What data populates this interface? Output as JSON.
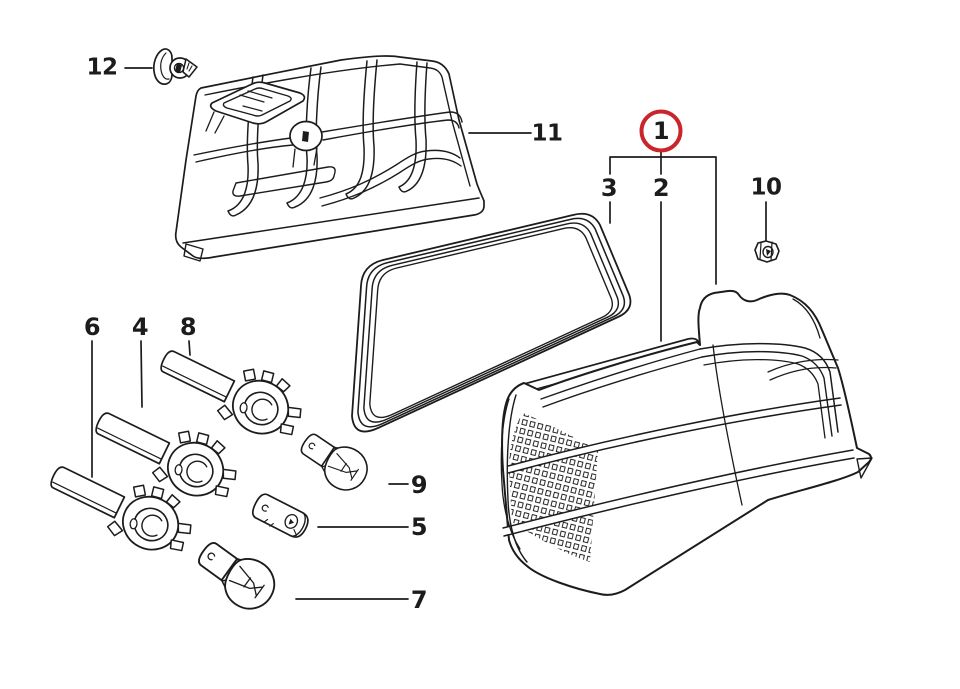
{
  "diagram": {
    "background_color": "#ffffff",
    "line_color": "#1c1c1c",
    "highlight_color": "#c9252b",
    "callouts": {
      "c1": {
        "text": "1",
        "circled": true
      },
      "c2": {
        "text": "2",
        "circled": false
      },
      "c3": {
        "text": "3",
        "circled": false
      },
      "c4": {
        "text": "4",
        "circled": false
      },
      "c5": {
        "text": "5",
        "circled": false
      },
      "c6": {
        "text": "6",
        "circled": false
      },
      "c7": {
        "text": "7",
        "circled": false
      },
      "c8": {
        "text": "8",
        "circled": false
      },
      "c9": {
        "text": "9",
        "circled": false
      },
      "c10": {
        "text": "10",
        "circled": false
      },
      "c11": {
        "text": "11",
        "circled": false
      },
      "c12": {
        "text": "12",
        "circled": false
      }
    }
  }
}
